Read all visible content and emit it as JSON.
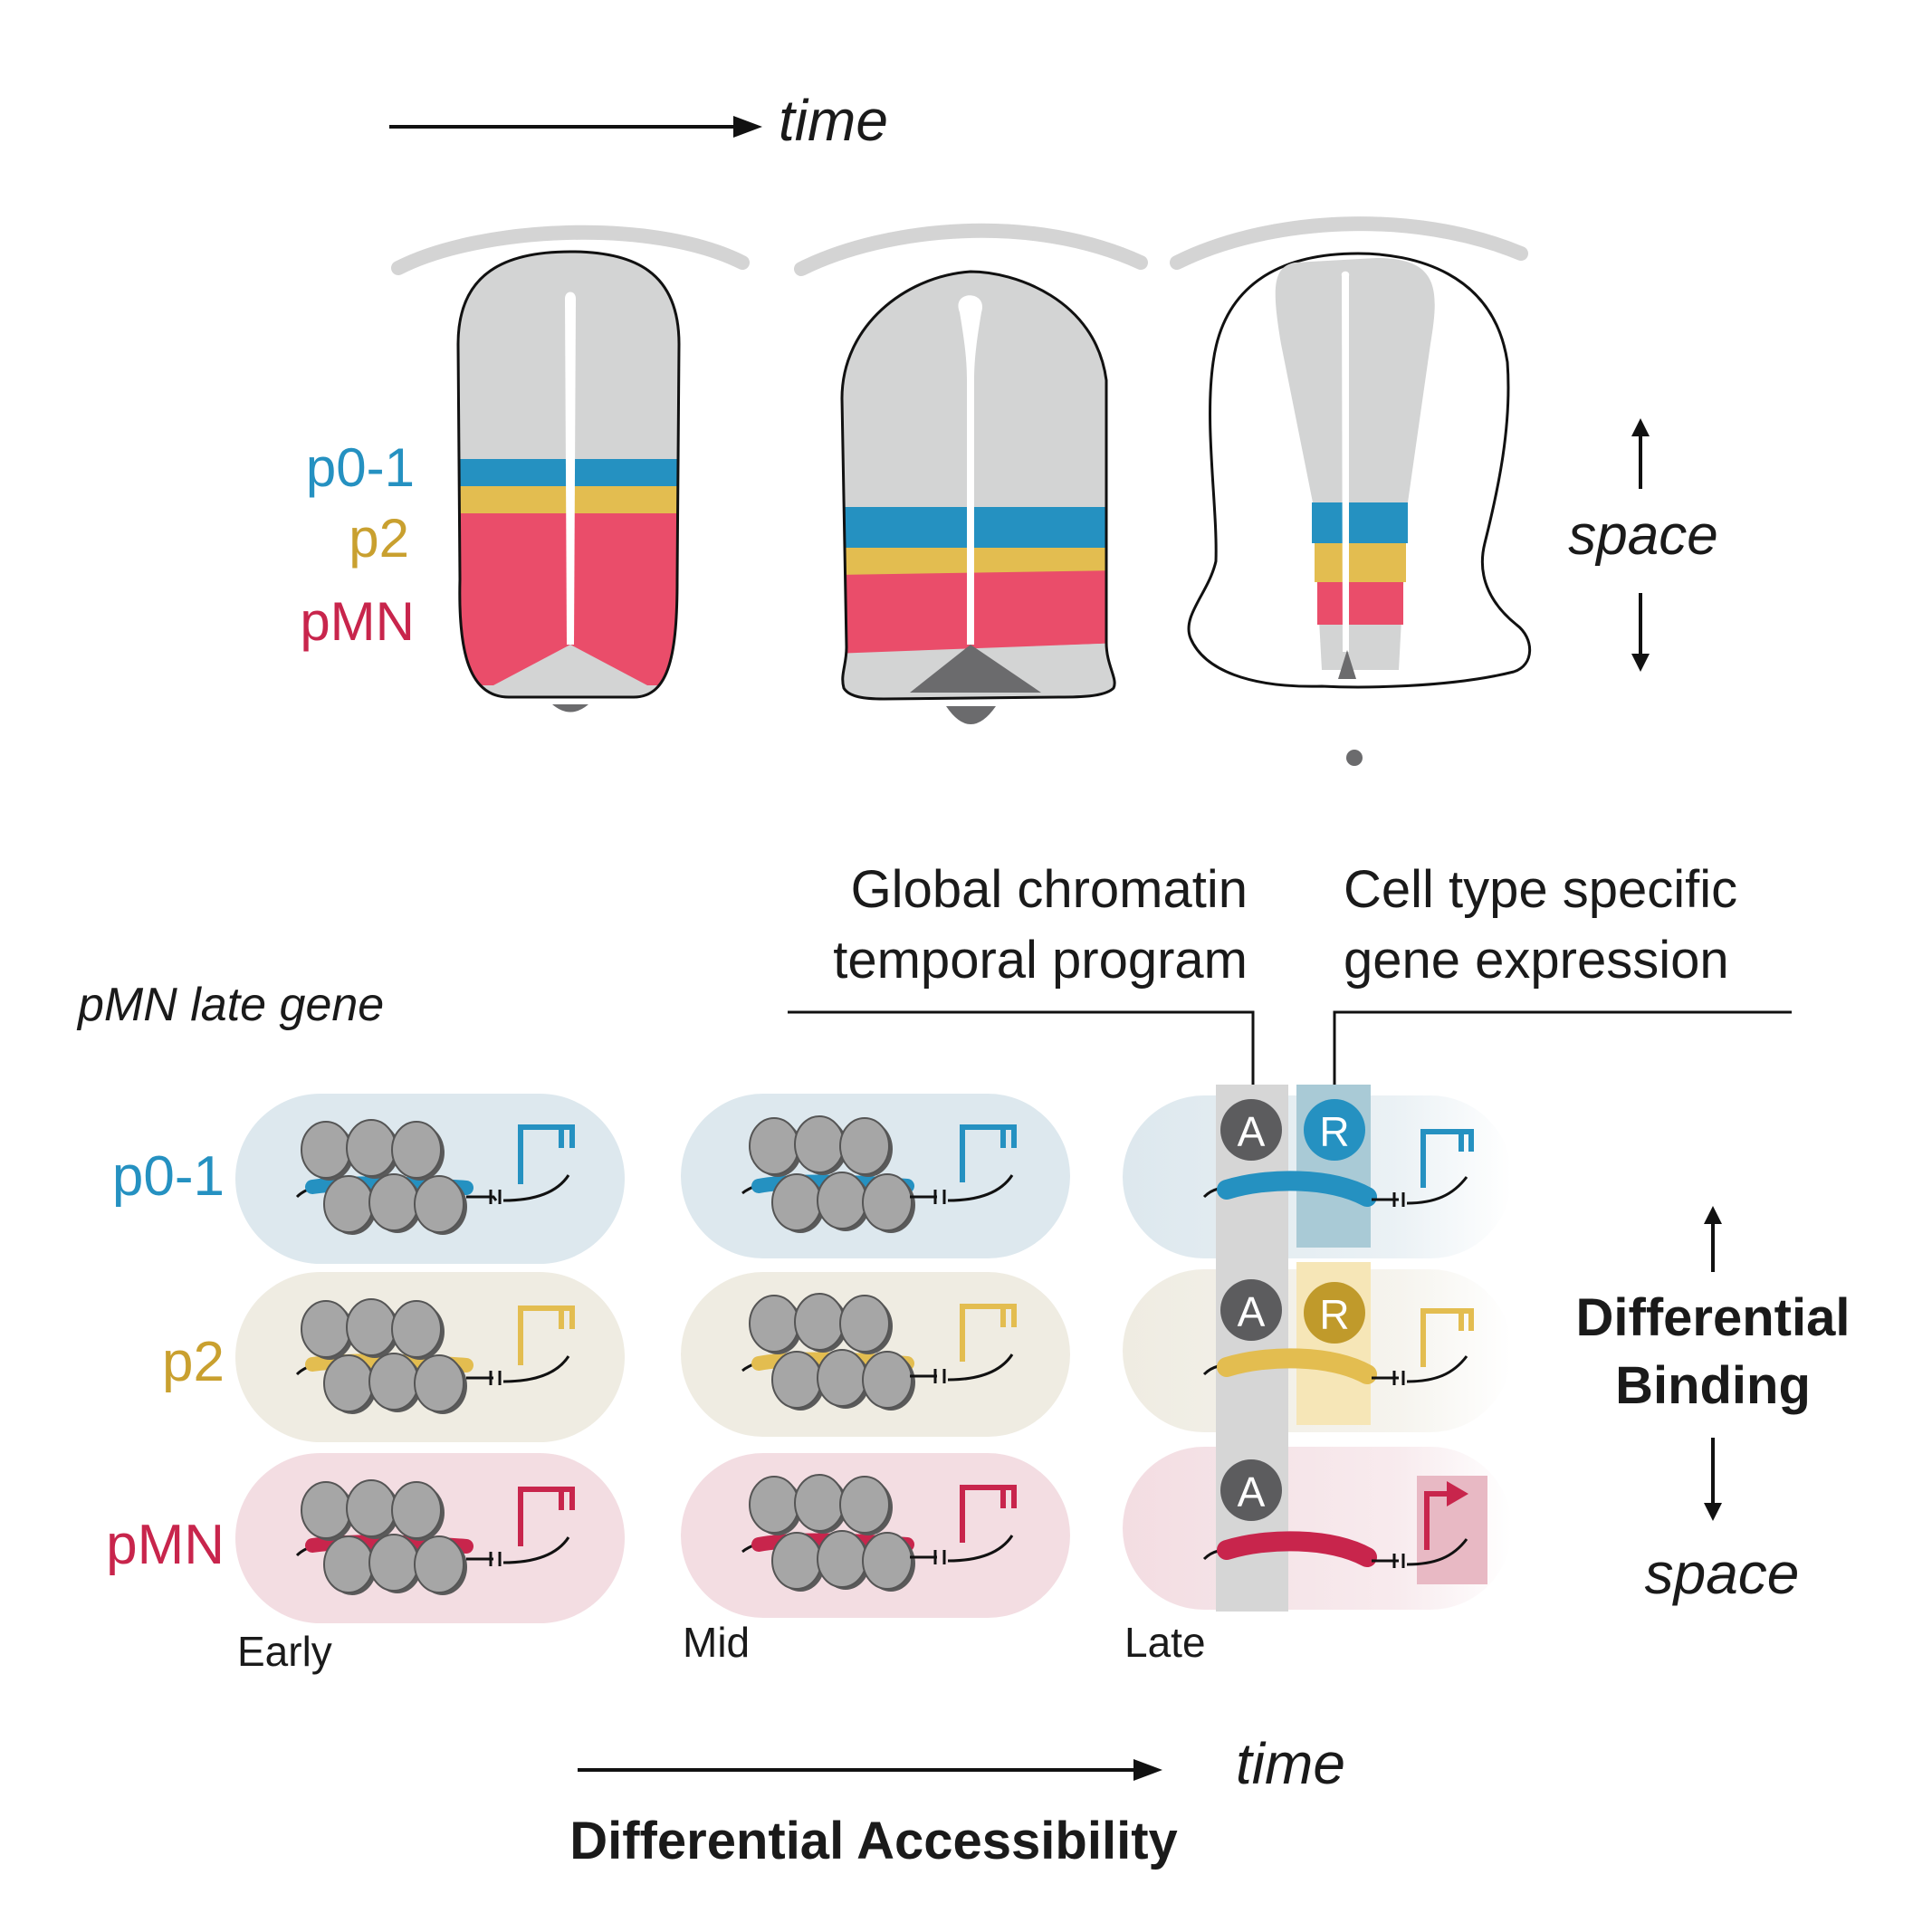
{
  "top": {
    "time_label": "time",
    "space_label": "space",
    "domains": [
      {
        "label": "p0-1",
        "color": "#2591c1"
      },
      {
        "label": "p2",
        "color": "#e3bd50"
      },
      {
        "label": "pMN",
        "color": "#ea4d6a"
      }
    ]
  },
  "bottom": {
    "gene_title": "pMN late gene",
    "global_label_line1": "Global chromatin",
    "global_label_line2": "temporal program",
    "cell_label_line1": "Cell type specific",
    "cell_label_line2": "gene expression",
    "rows": [
      {
        "label": "p0-1",
        "color": "#2591c1",
        "bg": "#dde8ee",
        "repressor": "R"
      },
      {
        "label": "p2",
        "color": "#c9a02f",
        "bg": "#efece2",
        "repressor": "R"
      },
      {
        "label": "pMN",
        "color": "#c8254c",
        "bg": "#f3dde2",
        "repressor": ""
      }
    ],
    "stages": [
      "Early",
      "Mid",
      "Late"
    ],
    "activator": "A",
    "differential_binding_line1": "Differential",
    "differential_binding_line2": "Binding",
    "space_label": "space",
    "time_label": "time",
    "differential_accessibility": "Differential Accessibility"
  }
}
